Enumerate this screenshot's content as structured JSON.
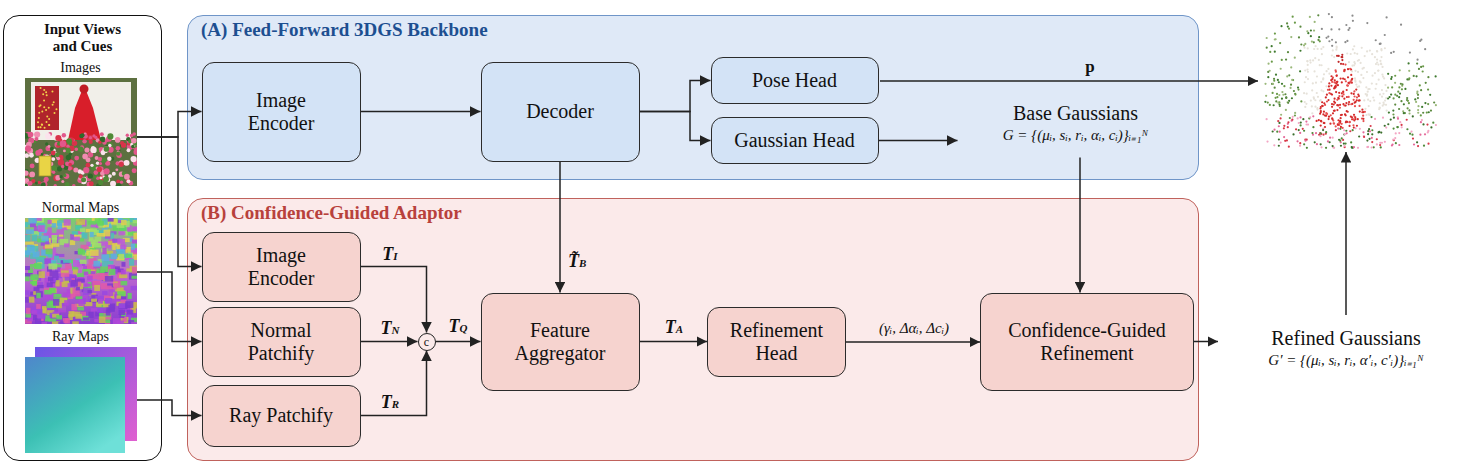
{
  "diagram": {
    "nodes": [
      {
        "text": [
          "Input Views and Cues"
        ]
      },
      {
        "text": [
          "Images"
        ],
        "in": 0
      },
      {
        "text": [
          "Normal Maps"
        ],
        "in": 0
      },
      {
        "text": [
          "Ray Maps"
        ],
        "in": 0
      },
      {
        "text": [
          "(A) Feed-Forward 3DGS Backbone"
        ]
      },
      {
        "text": [
          "Image Encoder"
        ],
        "in": 4
      },
      {
        "text": [
          "Decoder"
        ],
        "in": 4
      },
      {
        "text": [
          "Pose Head"
        ],
        "in": 4
      },
      {
        "text": [
          "Gaussian Head"
        ],
        "in": 4
      },
      {
        "text": [
          "Base Gaussians",
          "G = {(μᵢ, sᵢ, rᵢ, αᵢ, cᵢ)}ᵢ₌₁ᴺ"
        ],
        "in": 4
      },
      {
        "text": [
          "(B) Confidence-Guided Adaptor"
        ]
      },
      {
        "text": [
          "Image Encoder"
        ],
        "in": 10
      },
      {
        "text": [
          "Normal Patchify"
        ],
        "in": 10
      },
      {
        "text": [
          "Ray Patchify"
        ],
        "in": 10
      },
      {
        "text": [
          "c"
        ],
        "in": 10
      },
      {
        "text": [
          "Feature Aggregator"
        ],
        "in": 10
      },
      {
        "text": [
          "Refinement Head"
        ],
        "in": 10
      },
      {
        "text": [
          "Confidence-Guided Refinement"
        ],
        "in": 10
      },
      {
        "text": [
          "Refined Gaussians",
          "G′ = {(μᵢ, sᵢ, rᵢ, α′ᵢ, c′ᵢ)}ᵢ₌₁ᴺ"
        ]
      }
    ],
    "edges": [
      {
        "from": 1,
        "to": 5,
        "arrow": "to"
      },
      {
        "from": 1,
        "to": 11,
        "arrow": "to"
      },
      {
        "from": 2,
        "to": 12,
        "arrow": "to"
      },
      {
        "from": 3,
        "to": 13,
        "arrow": "to"
      },
      {
        "from": 5,
        "to": 6,
        "arrow": "to"
      },
      {
        "from": 6,
        "to": 7,
        "arrow": "to"
      },
      {
        "from": 6,
        "to": 8,
        "arrow": "to"
      },
      {
        "from": 8,
        "to": 9,
        "arrow": "to"
      },
      {
        "from": 6,
        "to": 15,
        "arrow": "to",
        "label": "T̃B"
      },
      {
        "from": 11,
        "to": 14,
        "arrow": "to",
        "label": "TI"
      },
      {
        "from": 12,
        "to": 14,
        "arrow": "to",
        "label": "TN"
      },
      {
        "from": 13,
        "to": 14,
        "arrow": "to",
        "label": "TR"
      },
      {
        "from": 14,
        "to": 15,
        "arrow": "to",
        "label": "TQ"
      },
      {
        "from": 15,
        "to": 16,
        "arrow": "to",
        "label": "TA"
      },
      {
        "from": 16,
        "to": 17,
        "arrow": "to",
        "label": "(γᵢ, Δαᵢ, Δcᵢ)"
      },
      {
        "from": 9,
        "to": 17,
        "arrow": "to"
      },
      {
        "from": 17,
        "to": 18,
        "arrow": "to"
      }
    ],
    "labels": [
      "p"
    ]
  }
}
